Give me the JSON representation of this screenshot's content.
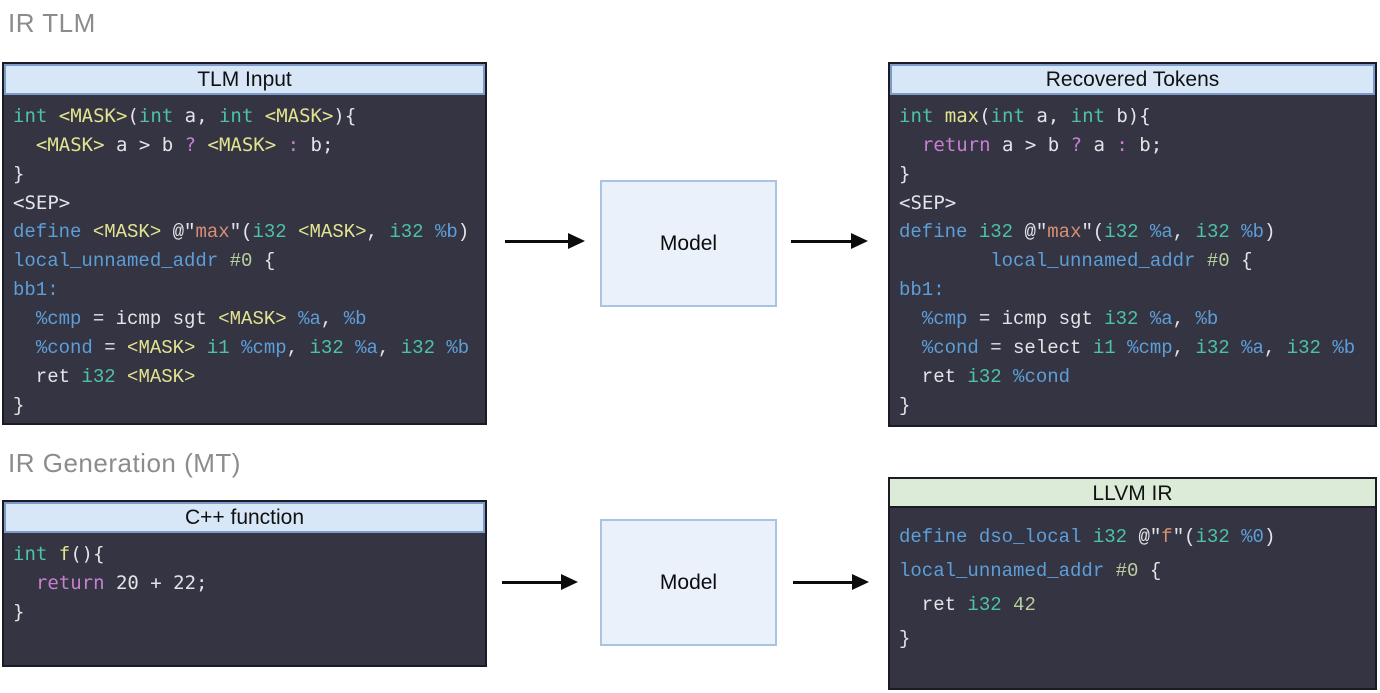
{
  "palette": {
    "teal": "#4cc3a5",
    "yellow": "#e3e390",
    "blue": "#5e9ed8",
    "pink": "#c97fd0",
    "orange": "#d98f73",
    "white": "#e4e4e8",
    "num": "#bacf9f"
  },
  "sections": {
    "tlm": {
      "label": "IR TLM"
    },
    "mt": {
      "label": "IR Generation (MT)"
    }
  },
  "model_box": {
    "label": "Model"
  },
  "tlm_input": {
    "title": "TLM Input",
    "lines": [
      {
        "f": "cpp",
        "s": [
          {
            "t": "int",
            "c": "teal"
          },
          {
            "t": " ",
            "c": "white"
          },
          {
            "t": "<MASK>",
            "c": "yellow"
          },
          {
            "t": "(",
            "c": "white"
          },
          {
            "t": "int",
            "c": "teal"
          },
          {
            "t": " a, ",
            "c": "white"
          },
          {
            "t": "int",
            "c": "teal"
          },
          {
            "t": " ",
            "c": "white"
          },
          {
            "t": "<MASK>",
            "c": "yellow"
          },
          {
            "t": "){",
            "c": "white"
          }
        ]
      },
      {
        "f": "cpp",
        "s": [
          {
            "t": "  ",
            "c": "white"
          },
          {
            "t": "<MASK>",
            "c": "yellow"
          },
          {
            "t": " a > b ",
            "c": "white"
          },
          {
            "t": "?",
            "c": "pink"
          },
          {
            "t": " ",
            "c": "white"
          },
          {
            "t": "<MASK>",
            "c": "yellow"
          },
          {
            "t": " ",
            "c": "white"
          },
          {
            "t": ":",
            "c": "pink"
          },
          {
            "t": " b;",
            "c": "white"
          }
        ]
      },
      {
        "f": "cpp",
        "s": [
          {
            "t": "}",
            "c": "white"
          }
        ]
      },
      {
        "f": "cpp",
        "s": [
          {
            "t": "<SEP>",
            "c": "white"
          }
        ]
      },
      {
        "f": "ir",
        "s": [
          {
            "t": "define",
            "c": "blue"
          },
          {
            "t": " ",
            "c": "white"
          },
          {
            "t": "<MASK>",
            "c": "yellow"
          },
          {
            "t": " @\"",
            "c": "white"
          },
          {
            "t": "max",
            "c": "orange"
          },
          {
            "t": "\"(",
            "c": "white"
          },
          {
            "t": "i32",
            "c": "teal"
          },
          {
            "t": " ",
            "c": "white"
          },
          {
            "t": "<MASK>",
            "c": "yellow"
          },
          {
            "t": ", ",
            "c": "white"
          },
          {
            "t": "i32",
            "c": "teal"
          },
          {
            "t": " ",
            "c": "white"
          },
          {
            "t": "%b",
            "c": "blue"
          },
          {
            "t": ")",
            "c": "white"
          }
        ]
      },
      {
        "f": "ir",
        "s": [
          {
            "t": "local_unnamed_addr",
            "c": "blue"
          },
          {
            "t": " ",
            "c": "white"
          },
          {
            "t": "#0",
            "c": "num"
          },
          {
            "t": " {",
            "c": "white"
          }
        ]
      },
      {
        "f": "ir",
        "s": [
          {
            "t": "bb1:",
            "c": "blue"
          }
        ]
      },
      {
        "f": "ir",
        "s": [
          {
            "t": "  ",
            "c": "white"
          },
          {
            "t": "%cmp",
            "c": "blue"
          },
          {
            "t": " = icmp sgt ",
            "c": "white"
          },
          {
            "t": "<MASK>",
            "c": "yellow"
          },
          {
            "t": " ",
            "c": "white"
          },
          {
            "t": "%a",
            "c": "blue"
          },
          {
            "t": ", ",
            "c": "white"
          },
          {
            "t": "%b",
            "c": "blue"
          }
        ]
      },
      {
        "f": "ir",
        "s": [
          {
            "t": "  ",
            "c": "white"
          },
          {
            "t": "%cond",
            "c": "blue"
          },
          {
            "t": " = ",
            "c": "white"
          },
          {
            "t": "<MASK>",
            "c": "yellow"
          },
          {
            "t": " ",
            "c": "white"
          },
          {
            "t": "i1",
            "c": "teal"
          },
          {
            "t": " ",
            "c": "white"
          },
          {
            "t": "%cmp",
            "c": "blue"
          },
          {
            "t": ", ",
            "c": "white"
          },
          {
            "t": "i32",
            "c": "teal"
          },
          {
            "t": " ",
            "c": "white"
          },
          {
            "t": "%a",
            "c": "blue"
          },
          {
            "t": ", ",
            "c": "white"
          },
          {
            "t": "i32",
            "c": "teal"
          },
          {
            "t": " ",
            "c": "white"
          },
          {
            "t": "%b",
            "c": "blue"
          }
        ]
      },
      {
        "f": "ir",
        "s": [
          {
            "t": "  ret ",
            "c": "white"
          },
          {
            "t": "i32",
            "c": "teal"
          },
          {
            "t": " ",
            "c": "white"
          },
          {
            "t": "<MASK>",
            "c": "yellow"
          }
        ]
      },
      {
        "f": "ir",
        "s": [
          {
            "t": "}",
            "c": "white"
          }
        ]
      }
    ]
  },
  "recovered_tokens": {
    "title": "Recovered Tokens",
    "lines": [
      {
        "f": "cpp",
        "s": [
          {
            "t": "int",
            "c": "teal"
          },
          {
            "t": " ",
            "c": "white"
          },
          {
            "t": "max",
            "c": "yellow"
          },
          {
            "t": "(",
            "c": "white"
          },
          {
            "t": "int",
            "c": "teal"
          },
          {
            "t": " a, ",
            "c": "white"
          },
          {
            "t": "int",
            "c": "teal"
          },
          {
            "t": " b){",
            "c": "white"
          }
        ]
      },
      {
        "f": "cpp",
        "s": [
          {
            "t": "  ",
            "c": "white"
          },
          {
            "t": "return",
            "c": "pink"
          },
          {
            "t": " a > b ",
            "c": "white"
          },
          {
            "t": "?",
            "c": "pink"
          },
          {
            "t": " a ",
            "c": "white"
          },
          {
            "t": ":",
            "c": "pink"
          },
          {
            "t": " b;",
            "c": "white"
          }
        ]
      },
      {
        "f": "cpp",
        "s": [
          {
            "t": "}",
            "c": "white"
          }
        ]
      },
      {
        "f": "cpp",
        "s": [
          {
            "t": "<SEP>",
            "c": "white"
          }
        ]
      },
      {
        "f": "ir",
        "s": [
          {
            "t": "define",
            "c": "blue"
          },
          {
            "t": " ",
            "c": "white"
          },
          {
            "t": "i32",
            "c": "teal"
          },
          {
            "t": " @\"",
            "c": "white"
          },
          {
            "t": "max",
            "c": "orange"
          },
          {
            "t": "\"(",
            "c": "white"
          },
          {
            "t": "i32",
            "c": "teal"
          },
          {
            "t": " ",
            "c": "white"
          },
          {
            "t": "%a",
            "c": "blue"
          },
          {
            "t": ", ",
            "c": "white"
          },
          {
            "t": "i32",
            "c": "teal"
          },
          {
            "t": " ",
            "c": "white"
          },
          {
            "t": "%b",
            "c": "blue"
          },
          {
            "t": ")",
            "c": "white"
          }
        ]
      },
      {
        "f": "ir",
        "s": [
          {
            "t": "        ",
            "c": "white"
          },
          {
            "t": "local_unnamed_addr",
            "c": "blue"
          },
          {
            "t": " ",
            "c": "white"
          },
          {
            "t": "#0",
            "c": "num"
          },
          {
            "t": " {",
            "c": "white"
          }
        ]
      },
      {
        "f": "ir",
        "s": [
          {
            "t": "bb1:",
            "c": "blue"
          }
        ]
      },
      {
        "f": "ir",
        "s": [
          {
            "t": "  ",
            "c": "white"
          },
          {
            "t": "%cmp",
            "c": "blue"
          },
          {
            "t": " = icmp sgt ",
            "c": "white"
          },
          {
            "t": "i32",
            "c": "teal"
          },
          {
            "t": " ",
            "c": "white"
          },
          {
            "t": "%a",
            "c": "blue"
          },
          {
            "t": ", ",
            "c": "white"
          },
          {
            "t": "%b",
            "c": "blue"
          }
        ]
      },
      {
        "f": "ir",
        "s": [
          {
            "t": "  ",
            "c": "white"
          },
          {
            "t": "%cond",
            "c": "blue"
          },
          {
            "t": " = select ",
            "c": "white"
          },
          {
            "t": "i1",
            "c": "teal"
          },
          {
            "t": " ",
            "c": "white"
          },
          {
            "t": "%cmp",
            "c": "blue"
          },
          {
            "t": ", ",
            "c": "white"
          },
          {
            "t": "i32",
            "c": "teal"
          },
          {
            "t": " ",
            "c": "white"
          },
          {
            "t": "%a",
            "c": "blue"
          },
          {
            "t": ", ",
            "c": "white"
          },
          {
            "t": "i32",
            "c": "teal"
          },
          {
            "t": " ",
            "c": "white"
          },
          {
            "t": "%b",
            "c": "blue"
          }
        ]
      },
      {
        "f": "ir",
        "s": [
          {
            "t": "  ret ",
            "c": "white"
          },
          {
            "t": "i32",
            "c": "teal"
          },
          {
            "t": " ",
            "c": "white"
          },
          {
            "t": "%cond",
            "c": "blue"
          }
        ]
      },
      {
        "f": "ir",
        "s": [
          {
            "t": "}",
            "c": "white"
          }
        ]
      }
    ]
  },
  "cpp_function": {
    "title": "C++ function",
    "lines": [
      {
        "f": "cpp",
        "s": [
          {
            "t": "int",
            "c": "teal"
          },
          {
            "t": " ",
            "c": "white"
          },
          {
            "t": "f",
            "c": "yellow"
          },
          {
            "t": "(){",
            "c": "white"
          }
        ]
      },
      {
        "f": "cpp",
        "s": [
          {
            "t": "  ",
            "c": "white"
          },
          {
            "t": "return",
            "c": "pink"
          },
          {
            "t": " 20 + 22;",
            "c": "white"
          }
        ]
      },
      {
        "f": "cpp",
        "s": [
          {
            "t": "}",
            "c": "white"
          }
        ]
      }
    ]
  },
  "llvm_ir": {
    "title": "LLVM IR",
    "lines": [
      {
        "f": "ir",
        "s": [
          {
            "t": "define",
            "c": "blue"
          },
          {
            "t": " ",
            "c": "white"
          },
          {
            "t": "dso_local",
            "c": "blue"
          },
          {
            "t": " ",
            "c": "white"
          },
          {
            "t": "i32",
            "c": "teal"
          },
          {
            "t": " @\"",
            "c": "white"
          },
          {
            "t": "f",
            "c": "orange"
          },
          {
            "t": "\"(",
            "c": "white"
          },
          {
            "t": "i32",
            "c": "teal"
          },
          {
            "t": " ",
            "c": "white"
          },
          {
            "t": "%0",
            "c": "blue"
          },
          {
            "t": ")",
            "c": "white"
          }
        ]
      },
      {
        "f": "ir",
        "s": [
          {
            "t": "local_unnamed_addr",
            "c": "blue"
          },
          {
            "t": " ",
            "c": "white"
          },
          {
            "t": "#0",
            "c": "num"
          },
          {
            "t": " {",
            "c": "white"
          }
        ]
      },
      {
        "f": "ir",
        "s": [
          {
            "t": "  ret ",
            "c": "white"
          },
          {
            "t": "i32",
            "c": "teal"
          },
          {
            "t": " ",
            "c": "white"
          },
          {
            "t": "42",
            "c": "num"
          }
        ]
      },
      {
        "f": "ir",
        "s": [
          {
            "t": "}",
            "c": "white"
          }
        ]
      }
    ]
  }
}
